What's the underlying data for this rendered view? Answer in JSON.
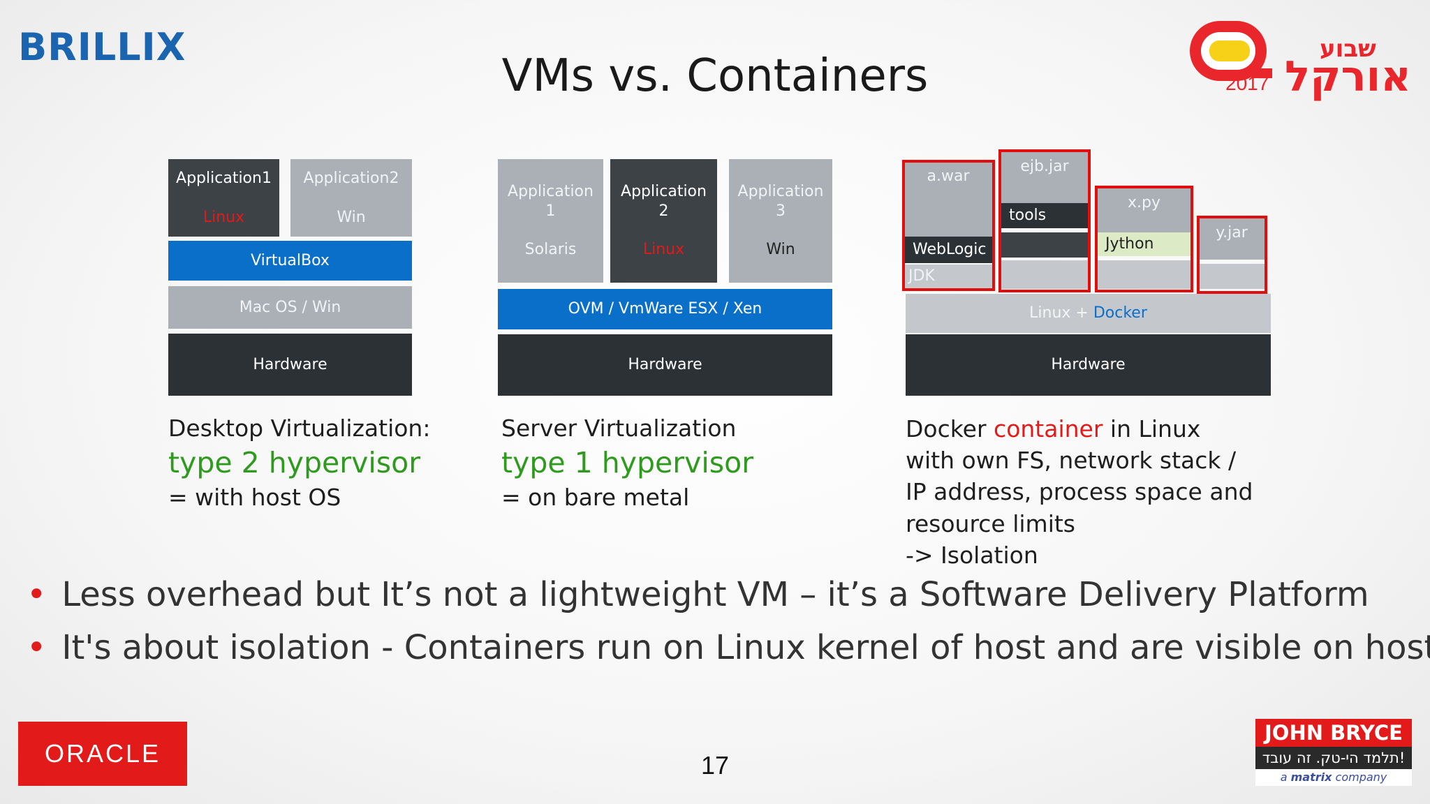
{
  "logos": {
    "brillix": "BRILLIX",
    "week_badge": {
      "hebrew_top": "שבוע",
      "hebrew_main": "אורקל",
      "year": "2017"
    },
    "oracle": "ORACLE",
    "john_bryce": {
      "name": "JOHN BRYCE",
      "tagline": "תלמד הי-טק. זה עובד!",
      "sub_prefix": "a",
      "sub_brand": "matrix",
      "sub_suffix": "company"
    }
  },
  "slide": {
    "title": "VMs vs. Containers",
    "page_number": "17"
  },
  "desktop": {
    "app1": {
      "name": "Application1",
      "os": "Linux"
    },
    "app2": {
      "name": "Application2",
      "os": "Win"
    },
    "hypervisor": "VirtualBox",
    "host_os": "Mac OS / Win",
    "hardware": "Hardware",
    "caption": "Desktop Virtualization:",
    "type": "type 2 hypervisor",
    "note": "= with host OS"
  },
  "server": {
    "app1": {
      "name_line1": "Application",
      "name_line2": "1",
      "os": "Solaris"
    },
    "app2": {
      "name_line1": "Application",
      "name_line2": "2",
      "os": "Linux"
    },
    "app3": {
      "name_line1": "Application",
      "name_line2": "3",
      "os": "Win"
    },
    "hypervisor": "OVM / VmWare ESX / Xen",
    "hardware": "Hardware",
    "caption": "Server Virtualization",
    "type": "type 1 hypervisor",
    "note": "= on bare metal"
  },
  "docker": {
    "c1": {
      "app": "a.war",
      "layer1": "WebLogic",
      "layer2": "JDK"
    },
    "c2": {
      "app": "ejb.jar",
      "layer1": "tools"
    },
    "c3": {
      "app": "x.py",
      "layer1": "Jython"
    },
    "c4": {
      "app": "y.jar"
    },
    "host_prefix": "Linux + ",
    "host_docker": "Docker",
    "hardware": "Hardware",
    "caption_pre": "Docker ",
    "caption_container": "container",
    "caption_post": " in Linux",
    "lines": [
      "with own FS, network stack /",
      "IP address, process space and",
      "resource limits",
      "-> Isolation"
    ]
  },
  "bullets": [
    "Less overhead but It’s not a lightweight VM – it’s a Software Delivery Platform",
    "It's about isolation - Containers run on Linux kernel of host and are visible on host"
  ],
  "colors": {
    "accent_red": "#e21a1a",
    "blue": "#0a6fc9",
    "green": "#2e9a1e",
    "dark": "#3d4247"
  }
}
